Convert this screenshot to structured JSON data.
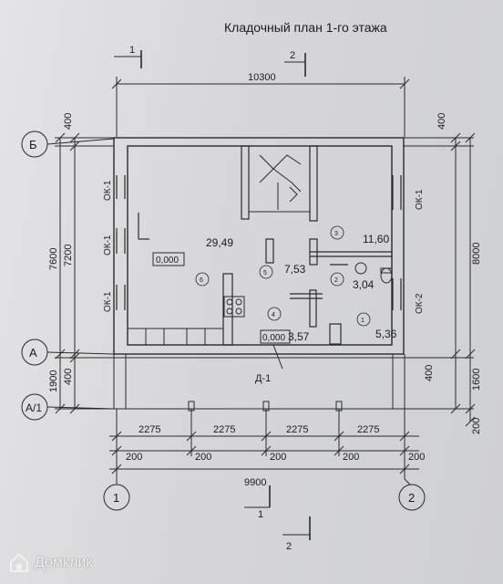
{
  "title": "Кладочный план 1-го этажа",
  "watermark": "Домклик",
  "dimensions": {
    "top_total": "10300",
    "bottom_total": "9900",
    "bays": [
      "2275",
      "2275",
      "2275",
      "2275"
    ],
    "piers": [
      "200",
      "200",
      "200",
      "200",
      "200"
    ],
    "left_outer": "7600",
    "left_inner": "7200",
    "left_top": "400",
    "left_porch": "1900",
    "left_porch_wall": "400",
    "right_top": "400",
    "right_outer": "8000",
    "right_porch": "1600",
    "right_porch_wall": "400",
    "right_bottom": "200"
  },
  "axes": {
    "a": "А",
    "a1": "А/1",
    "b": "Б",
    "one": "1",
    "two": "2"
  },
  "sections": {
    "s1": "1",
    "s2": "2"
  },
  "windows": [
    "ОК-1",
    "ОК-1",
    "ОК-1",
    "ОК-1",
    "ОК-2"
  ],
  "door": "Д-1",
  "rooms": {
    "r6_area": "29,49",
    "r6_num": "6",
    "r5_area": "7,53",
    "r5_num": "5",
    "r3_area": "11,60",
    "r3_num": "3",
    "r2_area": "3,04",
    "r2_num": "2",
    "r4_area": "3,57",
    "r4_num": "4",
    "r1_area": "5,36",
    "r1_num": "1"
  },
  "levels": [
    "0,000",
    "0,000"
  ]
}
